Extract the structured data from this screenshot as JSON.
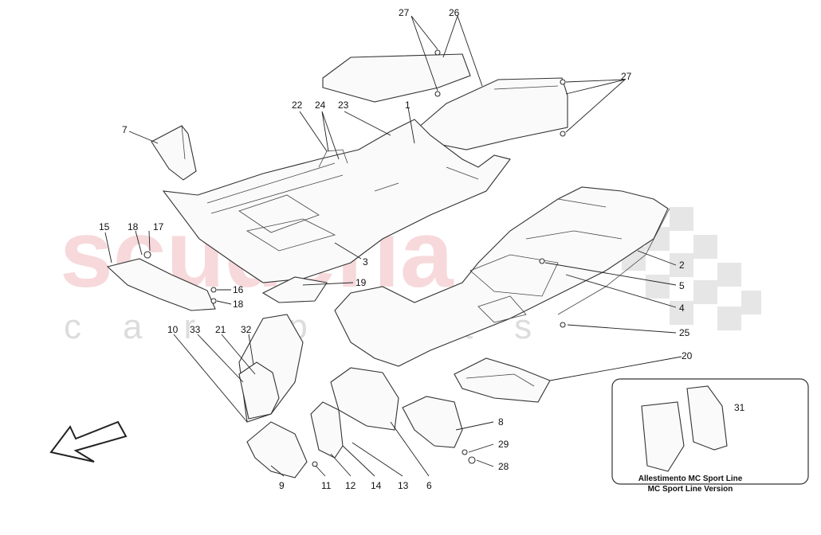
{
  "watermark": {
    "brand": "scuderia",
    "sub": "car parts",
    "color": "#e8989e"
  },
  "callouts": {
    "c1": "1",
    "c2": "2",
    "c3": "3",
    "c4": "4",
    "c5": "5",
    "c6": "6",
    "c7": "7",
    "c8": "8",
    "c9": "9",
    "c10": "10",
    "c11": "11",
    "c12": "12",
    "c13": "13",
    "c14": "14",
    "c15": "15",
    "c16": "16",
    "c17": "17",
    "c18a": "18",
    "c18b": "18",
    "c19": "19",
    "c20": "20",
    "c21": "21",
    "c22": "22",
    "c23": "23",
    "c24": "24",
    "c25": "25",
    "c26": "26",
    "c27a": "27",
    "c27b": "27",
    "c28": "28",
    "c29": "29",
    "c31": "31",
    "c32": "32",
    "c33": "33"
  },
  "inset": {
    "line1": "Allestimento MC Sport Line",
    "line2": "MC Sport Line Version"
  },
  "icons": {
    "direction": "direction-arrow-icon"
  }
}
